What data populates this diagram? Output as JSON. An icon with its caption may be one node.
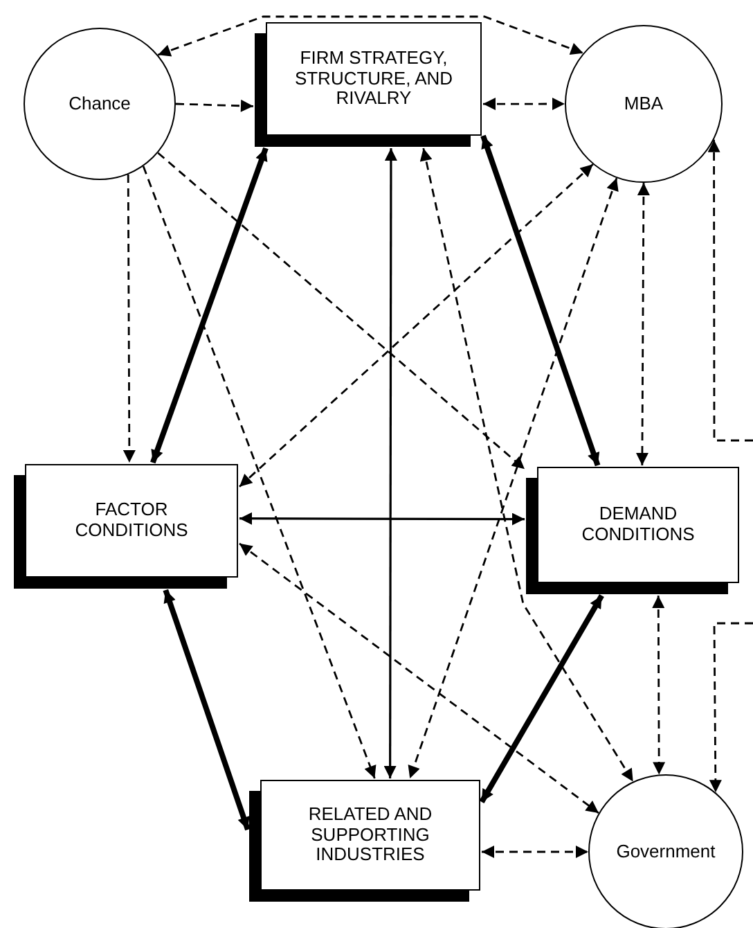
{
  "diagram": {
    "nodes": [
      {
        "text": [
          "Chance"
        ]
      },
      {
        "text": [
          "FIRM STRATEGY, STRUCTURE, AND RIVALRY"
        ]
      },
      {
        "text": [
          "MBA"
        ]
      },
      {
        "text": [
          "FACTOR CONDITIONS"
        ]
      },
      {
        "text": [
          "DEMAND CONDITIONS"
        ]
      },
      {
        "text": [
          "RELATED AND SUPPORTING INDUSTRIES"
        ]
      },
      {
        "text": [
          "Government"
        ]
      }
    ],
    "edges": [
      {
        "from": 0,
        "to": 2,
        "arrow": "both",
        "style": "dashed"
      },
      {
        "from": 0,
        "to": 1,
        "arrow": "to",
        "style": "dashed"
      },
      {
        "from": 1,
        "to": 2,
        "arrow": "both",
        "style": "dashed"
      },
      {
        "from": 0,
        "to": 3,
        "arrow": "to",
        "style": "dashed"
      },
      {
        "from": 0,
        "to": 4,
        "arrow": "to",
        "style": "dashed"
      },
      {
        "from": 0,
        "to": 5,
        "arrow": "to",
        "style": "dashed"
      },
      {
        "from": 1,
        "to": 3,
        "arrow": "both",
        "style": "thick"
      },
      {
        "from": 1,
        "to": 4,
        "arrow": "both",
        "style": "thick"
      },
      {
        "from": 1,
        "to": 5,
        "arrow": "both"
      },
      {
        "from": 1,
        "to": 6,
        "arrow": "both",
        "style": "dashed"
      },
      {
        "from": 2,
        "to": 3,
        "arrow": "both",
        "style": "dashed"
      },
      {
        "from": 2,
        "to": 5,
        "arrow": "both",
        "style": "dashed"
      },
      {
        "from": 2,
        "to": 4,
        "arrow": "both",
        "style": "dashed"
      },
      {
        "from": null,
        "to": 2,
        "arrow": "to",
        "style": "dashed"
      },
      {
        "from": 3,
        "to": 4,
        "arrow": "both"
      },
      {
        "from": 3,
        "to": 5,
        "arrow": "both",
        "style": "thick"
      },
      {
        "from": 3,
        "to": 6,
        "arrow": "both",
        "style": "dashed"
      },
      {
        "from": 4,
        "to": 5,
        "arrow": "both",
        "style": "thick"
      },
      {
        "from": 4,
        "to": 6,
        "arrow": "both",
        "style": "dashed"
      },
      {
        "from": null,
        "to": 6,
        "arrow": "to",
        "style": "dashed"
      },
      {
        "from": 5,
        "to": 6,
        "arrow": "both",
        "style": "dashed"
      }
    ]
  }
}
